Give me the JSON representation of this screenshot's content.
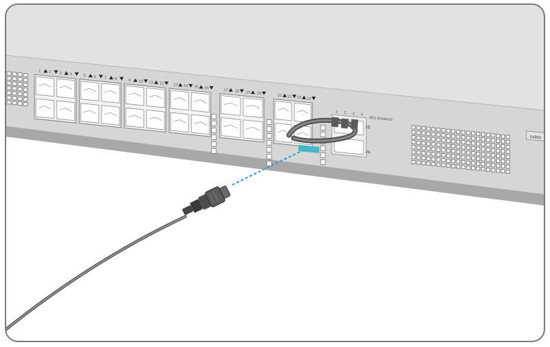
{
  "colors": {
    "frame": "#7a7a7a",
    "chassis_top": "#dcdcdc",
    "chassis_face": "#d4d4d4",
    "chassis_bottom": "#a9a9a9",
    "port_bay": "#f3f3f3",
    "cable": "#6e6e6e",
    "connector": "#4a4a4a",
    "guide_line": "#1fa3b8",
    "arrow_fill": "#2bb4c6"
  },
  "port_groups": [
    {
      "labels": [
        "1",
        "2",
        "3",
        "4"
      ]
    },
    {
      "labels": [
        "5",
        "6",
        "7",
        "8"
      ]
    },
    {
      "labels": [
        "9",
        "10",
        "11",
        "12"
      ]
    },
    {
      "labels": [
        "13",
        "14",
        "15",
        "16"
      ]
    },
    {
      "labels": [
        "17",
        "18",
        "19",
        "20"
      ]
    },
    {
      "labels": [
        "21",
        "22",
        "23",
        "24"
      ]
    }
  ],
  "breakout": {
    "lane_labels": [
      "1",
      "2",
      "3",
      "4"
    ],
    "title": "40G Breakout",
    "port_upper": "25",
    "port_lower": "26"
  },
  "side_label": "S4900"
}
